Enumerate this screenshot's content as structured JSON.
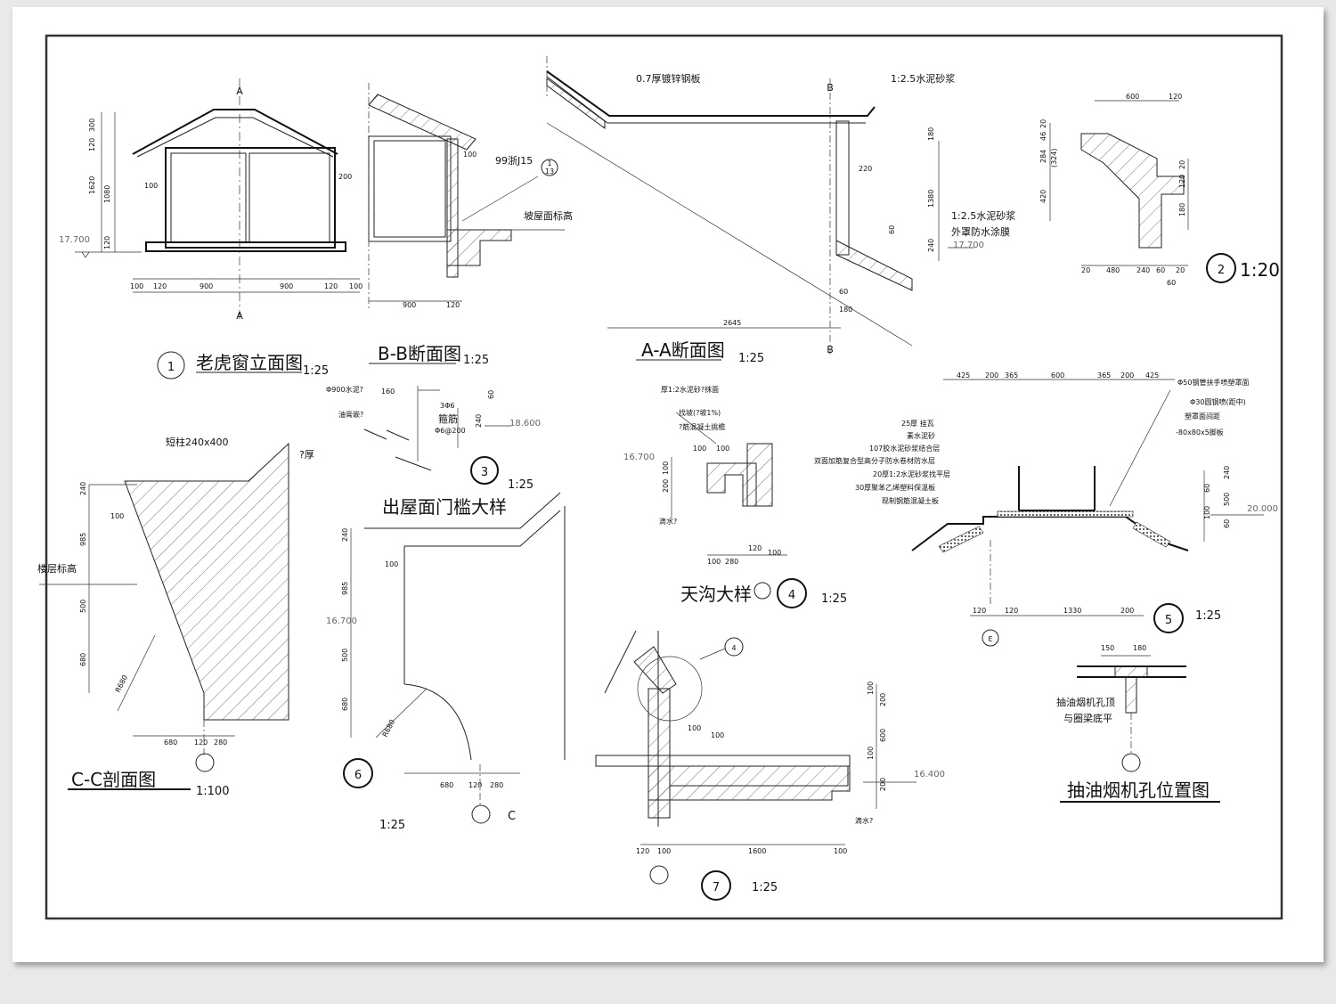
{
  "titles": {
    "d1": "老虎窗立面图",
    "d1_scale": "1:25",
    "bb": "B-B断面图",
    "bb_scale": "1:25",
    "aa": "A-A断面图",
    "aa_scale": "1:25",
    "d2_scale": "1:20",
    "d3": "出屋面门槛大样",
    "d3_scale": "1:25",
    "d4": "天沟大样",
    "d4_scale": "1:25",
    "d5_scale": "1:25",
    "cc": "C-C剖面图",
    "cc_scale": "1:100",
    "d6_scale": "1:25",
    "d7_scale": "1:25",
    "hood": "抽油烟机孔位置图"
  },
  "markers": {
    "n1": "1",
    "n2": "2",
    "n3": "3",
    "n4": "4",
    "n5": "5",
    "n6": "6",
    "n7": "7",
    "sec_a": "A",
    "sec_b": "B",
    "sec_c": "C",
    "axis_e": "E",
    "ref_13_top": "1",
    "ref_13_bot": "13",
    "ref_4": "4"
  },
  "notes": {
    "zinc": "0.7厚镀锌钢板",
    "mortar": "1:2.5水泥砂浆",
    "mortar2": "1:2.5水泥砂浆",
    "waterproof": "外罩防水涂膜",
    "std": "99浙J15",
    "slope_level": "坡屋面标高",
    "floor_level": "楼层标高",
    "short_col": "短柱240x400",
    "thick": "?厚",
    "d3_n1": "Φ900水泥?",
    "d3_n2": "油膏嵌?",
    "d3_n3": "3Φ6",
    "d3_n4": "箍筋",
    "d3_n5": "Φ6@200",
    "d4_n1": "厚1:2水泥砂?抹面",
    "d4_n2": "找坡(?坡1%)",
    "d4_n3": "?筋混凝土挑檐",
    "drip": "滴水?",
    "drip2": "滴水?",
    "d5_r1": "Φ50钢管扶手喷塑罩面",
    "d5_r2": "Φ30圆钢喷(距中)",
    "d5_r3": "塑罩面间距",
    "d5_r4": "-80x80x5脚板",
    "d5_l1": "25厚  挂瓦",
    "d5_l2": "素水泥砂",
    "d5_l3": "107胶水泥砂浆结合层",
    "d5_l4": "双面加筋复合型高分子防水卷材防水层",
    "d5_l5": "20厚1:2水泥砂浆找平层",
    "d5_l6": "30厚聚苯乙烯塑料保温板",
    "d5_l7": "现制钢筋混凝土板",
    "hood_n1": "抽油烟机孔顶",
    "hood_n2": "与圈梁底平"
  },
  "elevations": {
    "e1": "17.700",
    "e2": "17.700",
    "e3": "18.600",
    "e4": "16.700",
    "e5": "20.000",
    "e6": "16.700",
    "e7": "16.400"
  },
  "dims": {
    "d1_v": [
      "300",
      "120",
      "1620",
      "1080",
      "120"
    ],
    "d1_h": [
      "100",
      "120",
      "900",
      "900",
      "120",
      "100"
    ],
    "d1_in": [
      "100",
      "200"
    ],
    "bb": [
      "100",
      "900",
      "120"
    ],
    "aa": [
      "2645",
      "60",
      "180",
      "220",
      "180",
      "1380",
      "60",
      "240"
    ],
    "d2": [
      "600",
      "120",
      "20",
      "46",
      "284",
      "(324)",
      "420",
      "20",
      "120",
      "180",
      "20",
      "480",
      "240",
      "60",
      "20",
      "60"
    ],
    "d3": [
      "160",
      "60",
      "240"
    ],
    "d4": [
      "100",
      "100",
      "200",
      "100",
      "100",
      "280",
      "120",
      "100"
    ],
    "d5_top": [
      "425",
      "200",
      "365",
      "600",
      "365",
      "200",
      "425"
    ],
    "d5_side": [
      "60",
      "240",
      "100",
      "500",
      "60"
    ],
    "d5_bot": [
      "120",
      "120",
      "1330",
      "200"
    ],
    "cc": [
      "240",
      "100",
      "985",
      "500",
      "680",
      "R680",
      "680",
      "120",
      "280"
    ],
    "d6": [
      "240",
      "100",
      "985",
      "500",
      "680",
      "R680",
      "680",
      "120",
      "280"
    ],
    "d7": [
      "100",
      "100",
      "100",
      "200",
      "600",
      "100",
      "200",
      "120",
      "100",
      "1600",
      "100"
    ],
    "hood": [
      "150",
      "180"
    ]
  }
}
